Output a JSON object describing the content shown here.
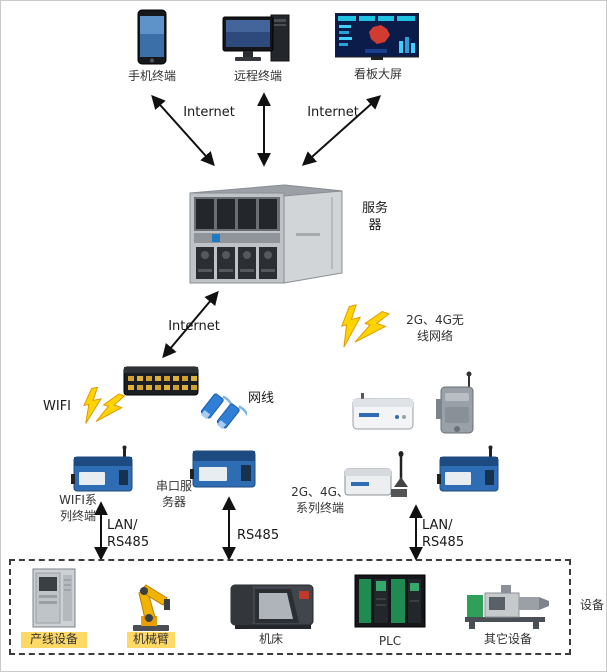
{
  "colors": {
    "accent_blue": "#2e6db4",
    "lightning_yellow": "#ffd400",
    "highlight_yellow": "#ffd966",
    "dashboard_navy": "#0b1c4a"
  },
  "labels": {
    "internet_top_left": "Internet",
    "internet_top_right": "Internet",
    "internet_mid": "Internet",
    "server": "服务\n器",
    "wireless": "2G、4G无\n线网络",
    "wifi": "WIFI",
    "cable": "网线",
    "wifi_terminal": "WIFI系\n列终端",
    "serial_server": "串口服\n务器",
    "cellular_terminal": "2G、4G、\n系列终端",
    "lan_rs485_left": "LAN/\nRS485",
    "rs485": "RS485",
    "lan_rs485_right": "LAN/\nRS485",
    "devices_group": "设备"
  },
  "top_terminals": [
    {
      "label": "手机终端"
    },
    {
      "label": "远程终端"
    },
    {
      "label": "看板大屏"
    }
  ],
  "bottom_devices": [
    {
      "label": "产线设备"
    },
    {
      "label": "机械臂"
    },
    {
      "label": "机床"
    },
    {
      "label": "PLC"
    },
    {
      "label": "其它设备"
    }
  ]
}
